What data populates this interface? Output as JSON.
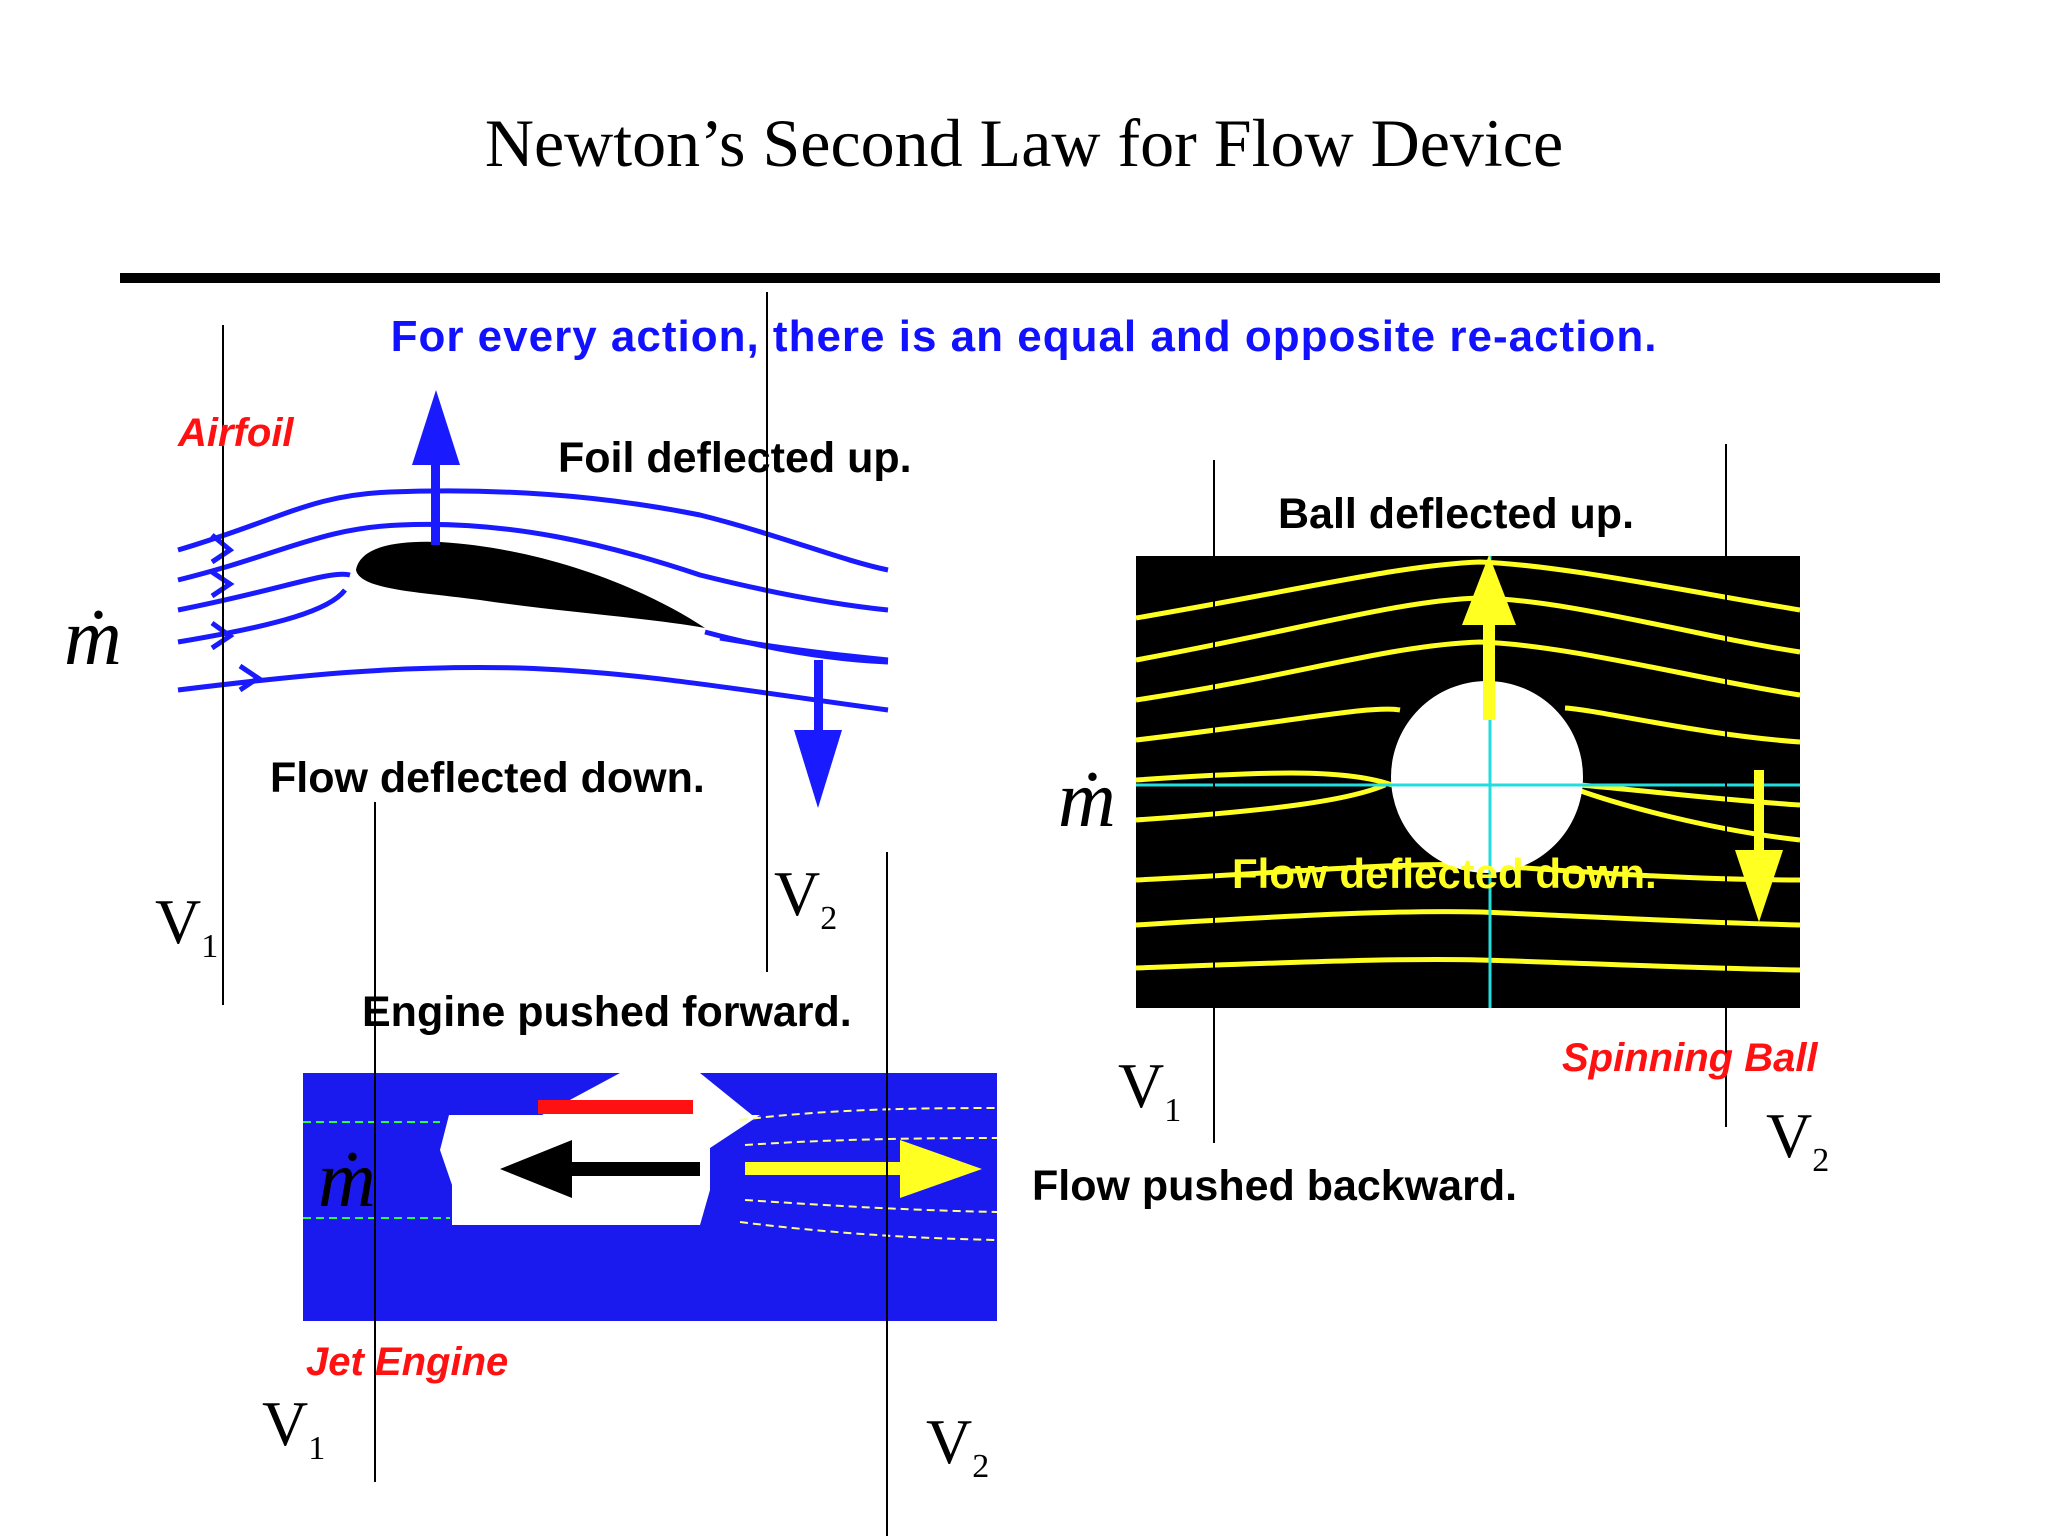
{
  "slide": {
    "title": "Newton’s Second Law for Flow Device",
    "maxim": "For every action, there is an equal and opposite re-action."
  },
  "airfoil": {
    "label": "Airfoil",
    "top_caption": "Foil deflected up.",
    "bottom_caption": "Flow deflected  down.",
    "mdot": "ṁ",
    "v1": "V",
    "v1_sub": "1",
    "v2": "V",
    "v2_sub": "2",
    "colors": {
      "streamline": "#1a1aff",
      "arrow": "#1a1aff",
      "label": "#ff1111"
    }
  },
  "ball": {
    "label": "Spinning Ball",
    "top_caption": "Ball  deflected  up.",
    "inner_caption": "Flow deflected  down.",
    "mdot": "ṁ",
    "v1": "V",
    "v1_sub": "1",
    "v2": "V",
    "v2_sub": "2",
    "colors": {
      "background": "#000000",
      "streamline": "#ffff22",
      "axis": "#22dddd"
    }
  },
  "engine": {
    "label": "Jet Engine",
    "top_caption": "Engine  pushed  forward.",
    "side_caption": "Flow  pushed  backward.",
    "mdot": "ṁ",
    "v1": "V",
    "v1_sub": "1",
    "v2": "V",
    "v2_sub": "2",
    "colors": {
      "background": "#1a1aee",
      "accent": "#ff1111",
      "exhaust": "#ffff22"
    }
  }
}
